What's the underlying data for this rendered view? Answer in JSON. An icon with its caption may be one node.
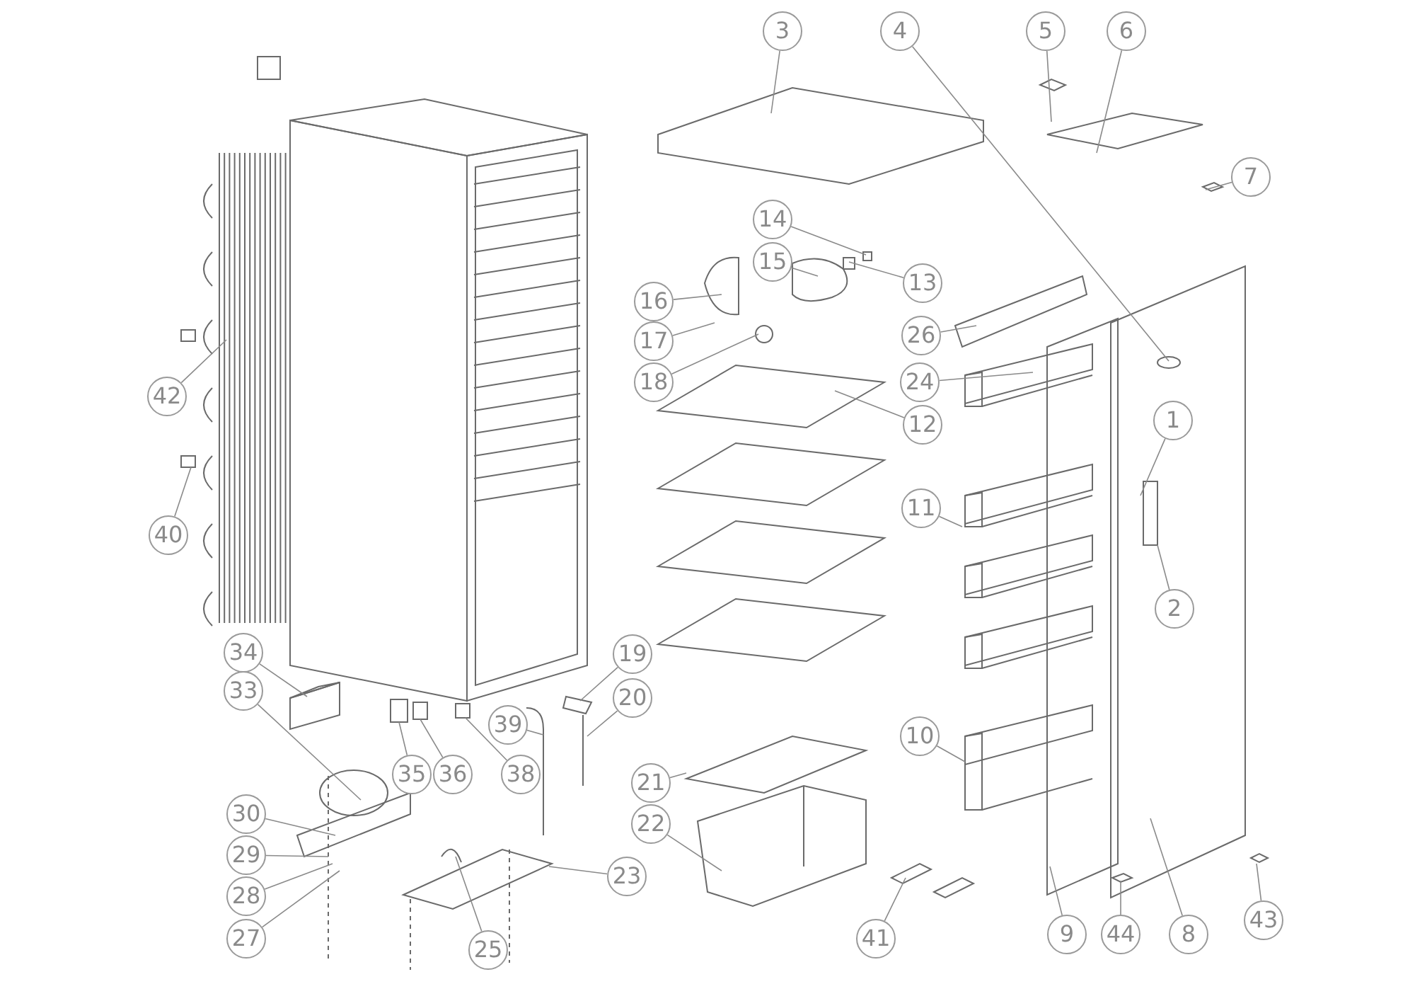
{
  "diagram": {
    "nodes": [
      {
        "text": [
          "3"
        ]
      },
      {
        "text": [
          "4"
        ]
      },
      {
        "text": [
          "5"
        ]
      },
      {
        "text": [
          "6"
        ]
      },
      {
        "text": [
          "7"
        ]
      },
      {
        "text": [
          "14"
        ]
      },
      {
        "text": [
          "15"
        ]
      },
      {
        "text": [
          "13"
        ]
      },
      {
        "text": [
          "16"
        ]
      },
      {
        "text": [
          "17"
        ]
      },
      {
        "text": [
          "26"
        ]
      },
      {
        "text": [
          "18"
        ]
      },
      {
        "text": [
          "24"
        ]
      },
      {
        "text": [
          "42"
        ]
      },
      {
        "text": [
          "1"
        ]
      },
      {
        "text": [
          "12"
        ]
      },
      {
        "text": [
          "11"
        ]
      },
      {
        "text": [
          "40"
        ]
      },
      {
        "text": [
          "2"
        ]
      },
      {
        "text": [
          "34"
        ]
      },
      {
        "text": [
          "19"
        ]
      },
      {
        "text": [
          "33"
        ]
      },
      {
        "text": [
          "20"
        ]
      },
      {
        "text": [
          "39"
        ]
      },
      {
        "text": [
          "10"
        ]
      },
      {
        "text": [
          "35"
        ]
      },
      {
        "text": [
          "36"
        ]
      },
      {
        "text": [
          "38"
        ]
      },
      {
        "text": [
          "21"
        ]
      },
      {
        "text": [
          "30"
        ]
      },
      {
        "text": [
          "22"
        ]
      },
      {
        "text": [
          "29"
        ]
      },
      {
        "text": [
          "23"
        ]
      },
      {
        "text": [
          "28"
        ]
      },
      {
        "text": [
          "27"
        ]
      },
      {
        "text": [
          "25"
        ]
      },
      {
        "text": [
          "41"
        ]
      },
      {
        "text": [
          "9"
        ]
      },
      {
        "text": [
          "44"
        ]
      },
      {
        "text": [
          "8"
        ]
      },
      {
        "text": [
          "43"
        ]
      }
    ],
    "edges": [
      {
        "from": 0,
        "to": null,
        "arrow": "none"
      },
      {
        "from": 1,
        "to": null,
        "arrow": "none"
      },
      {
        "from": 2,
        "to": null,
        "arrow": "none"
      },
      {
        "from": 3,
        "to": null,
        "arrow": "none"
      },
      {
        "from": 4,
        "to": null,
        "arrow": "none"
      },
      {
        "from": 5,
        "to": null,
        "arrow": "none"
      },
      {
        "from": 6,
        "to": null,
        "arrow": "none"
      },
      {
        "from": 7,
        "to": null,
        "arrow": "none"
      },
      {
        "from": 8,
        "to": null,
        "arrow": "none"
      },
      {
        "from": 9,
        "to": null,
        "arrow": "none"
      },
      {
        "from": 10,
        "to": null,
        "arrow": "none"
      },
      {
        "from": 11,
        "to": null,
        "arrow": "none"
      },
      {
        "from": 12,
        "to": null,
        "arrow": "none"
      },
      {
        "from": 13,
        "to": null,
        "arrow": "none"
      },
      {
        "from": 14,
        "to": null,
        "arrow": "none"
      },
      {
        "from": 15,
        "to": null,
        "arrow": "none"
      },
      {
        "from": 16,
        "to": null,
        "arrow": "none"
      },
      {
        "from": 17,
        "to": null,
        "arrow": "none"
      },
      {
        "from": 18,
        "to": null,
        "arrow": "none"
      },
      {
        "from": 19,
        "to": null,
        "arrow": "none"
      },
      {
        "from": 20,
        "to": null,
        "arrow": "none"
      },
      {
        "from": 21,
        "to": null,
        "arrow": "none"
      },
      {
        "from": 22,
        "to": null,
        "arrow": "none"
      },
      {
        "from": 23,
        "to": null,
        "arrow": "none"
      },
      {
        "from": 24,
        "to": null,
        "arrow": "none"
      },
      {
        "from": 25,
        "to": null,
        "arrow": "none"
      },
      {
        "from": 26,
        "to": null,
        "arrow": "none"
      },
      {
        "from": 27,
        "to": null,
        "arrow": "none"
      },
      {
        "from": 28,
        "to": null,
        "arrow": "none"
      },
      {
        "from": 29,
        "to": null,
        "arrow": "none"
      },
      {
        "from": 30,
        "to": null,
        "arrow": "none"
      },
      {
        "from": 31,
        "to": null,
        "arrow": "none"
      },
      {
        "from": 32,
        "to": null,
        "arrow": "none"
      },
      {
        "from": 33,
        "to": null,
        "arrow": "none"
      },
      {
        "from": 34,
        "to": null,
        "arrow": "none"
      },
      {
        "from": 35,
        "to": null,
        "arrow": "none"
      },
      {
        "from": 36,
        "to": null,
        "arrow": "none"
      },
      {
        "from": 37,
        "to": null,
        "arrow": "none"
      },
      {
        "from": 38,
        "to": null,
        "arrow": "none"
      },
      {
        "from": 39,
        "to": null,
        "arrow": "none"
      },
      {
        "from": 40,
        "to": null,
        "arrow": "none"
      }
    ]
  }
}
